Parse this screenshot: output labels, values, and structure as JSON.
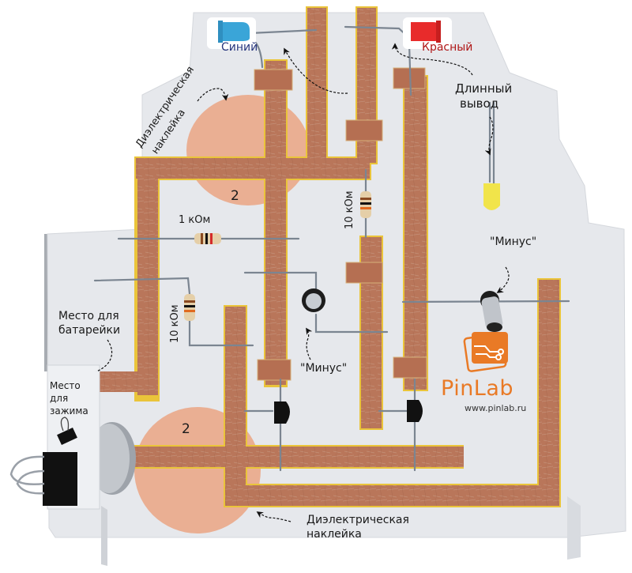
{
  "board": {
    "brand": "PinLab",
    "brand_url": "www.pinlab.ru",
    "colors": {
      "board": "#e4e6ea",
      "copper": "#b9765a",
      "copper_edge": "#9c5e45",
      "yellow_edge": "#eac43a",
      "dielectric": "#eaa98a",
      "brand_orange": "#e97a26",
      "led_blue": "#3aa5d8",
      "led_red": "#e82b2b",
      "led_yellow": "#f1e44a"
    }
  },
  "labels": {
    "led_blue": "Синий",
    "led_red": "Красный",
    "long_lead_line1": "Длинный",
    "long_lead_line2": "вывод",
    "dielectric_top_line1": "Диэлектрическая",
    "dielectric_top_line2": "наклейка",
    "dielectric_bottom_line1": "Диэлектрическая",
    "dielectric_bottom_line2": "наклейка",
    "resistor_1k": "1 кОм",
    "resistor_10k_left": "10 кОм",
    "resistor_10k_right": "10 кОм",
    "minus_center": "\"Минус\"",
    "minus_right": "\"Минус\"",
    "battery_place_line1": "Место для",
    "battery_place_line2": "батарейки",
    "clip_place_line1": "Место",
    "clip_place_line2": "для",
    "clip_place_line3": "зажима",
    "dielectric_number_top": "2",
    "dielectric_number_bottom": "2"
  },
  "components": [
    {
      "type": "led",
      "color": "blue",
      "label_key": "led_blue"
    },
    {
      "type": "led",
      "color": "red",
      "label_key": "led_red"
    },
    {
      "type": "led",
      "color": "yellow",
      "note": "long lead example"
    },
    {
      "type": "resistor",
      "value": "1 кОм"
    },
    {
      "type": "resistor",
      "value": "10 кОм"
    },
    {
      "type": "resistor",
      "value": "10 кОм"
    },
    {
      "type": "capacitor",
      "polarity_note": "\"Минус\""
    },
    {
      "type": "capacitor",
      "polarity_note": "\"Минус\""
    },
    {
      "type": "transistor"
    },
    {
      "type": "transistor"
    },
    {
      "type": "coin-battery"
    },
    {
      "type": "binder-clip"
    }
  ]
}
